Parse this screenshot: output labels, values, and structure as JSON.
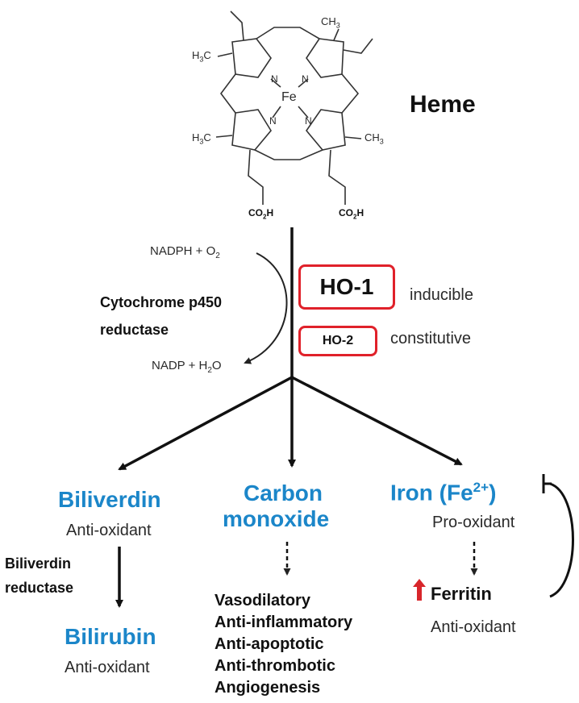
{
  "heme": {
    "label": "Heme",
    "atoms": {
      "ch3_top": "CH",
      "h3c_left": "H",
      "h3c_left_bottom": "H",
      "ch3_right": "CH",
      "iron": "Fe",
      "nitrogen": "N",
      "co2h": "CO",
      "co2h_suffix": "H",
      "carbon": "C",
      "sub3": "3",
      "sub2": "2"
    }
  },
  "reaction": {
    "nadph": "NADPH + O",
    "nadp": "NADP + H",
    "nadp_tail": "O",
    "sub2": "2",
    "cofactor_line1": "Cytochrome p450",
    "cofactor_line2": "reductase"
  },
  "enzymes": {
    "ho1": {
      "label": "HO-1",
      "note": "inducible"
    },
    "ho2": {
      "label": "HO-2",
      "note": "constitutive"
    }
  },
  "products": {
    "biliverdin": {
      "name": "Biliverdin",
      "role": "Anti-oxidant"
    },
    "reductase_line1": "Biliverdin",
    "reductase_line2": "reductase",
    "bilirubin": {
      "name": "Bilirubin",
      "role": "Anti-oxidant"
    },
    "carbon_monoxide": {
      "line1": "Carbon",
      "line2": "monoxide",
      "effects": [
        "Vasodilatory",
        "Anti-inflammatory",
        "Anti-apoptotic",
        "Anti-thrombotic",
        "Angiogenesis"
      ]
    },
    "iron": {
      "name": "Iron (Fe",
      "ion": "2+",
      "close": ")",
      "role": "Pro-oxidant"
    },
    "ferritin": {
      "name": "Ferritin",
      "role": "Anti-oxidant",
      "up_arrow": "up-arrow-icon"
    }
  },
  "colors": {
    "accent_blue": "#1b86c9",
    "box_red": "#e0212a",
    "arrow_red": "#d8262b"
  }
}
